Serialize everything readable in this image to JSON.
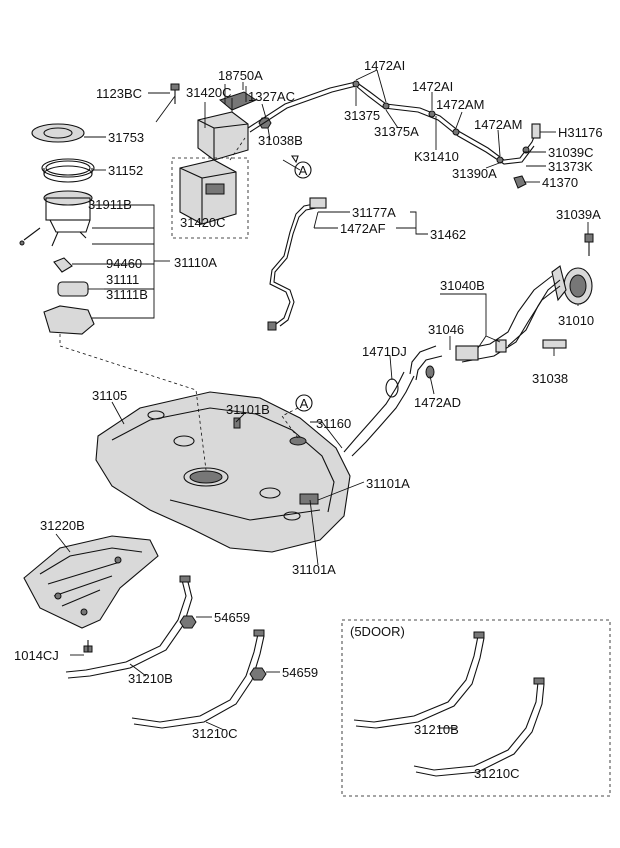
{
  "diagram": {
    "labels": {
      "p1123BC": "1123BC",
      "p18750A": "18750A",
      "p31420C_top": "31420C",
      "p1327AC": "1327AC",
      "p1472AI_1": "1472AI",
      "p1472AI_2": "1472AI",
      "p1472AM_1": "1472AM",
      "p1472AM_2": "1472AM",
      "p31375": "31375",
      "p31375A": "31375A",
      "pH31176": "H31176",
      "p31753": "31753",
      "p31038B": "31038B",
      "pK31410": "K31410",
      "p31039C": "31039C",
      "p31373K": "31373K",
      "p31390A": "31390A",
      "p41370": "41370",
      "p31152": "31152",
      "p31911B": "31911B",
      "p31420C_bottom": "31420C",
      "p31177A": "31177A",
      "p1472AF": "1472AF",
      "p31462": "31462",
      "p31039A": "31039A",
      "p94460": "94460",
      "p31110A": "31110A",
      "p31111": "31111",
      "p31111B": "31111B",
      "p31040B": "31040B",
      "p31046": "31046",
      "p31010": "31010",
      "p1471DJ": "1471DJ",
      "p31038": "31038",
      "p1472AD": "1472AD",
      "p31105": "31105",
      "p31101B": "31101B",
      "p31160": "31160",
      "p31101A_1": "31101A",
      "p31101A_2": "31101A",
      "p31220B": "31220B",
      "p54659_1": "54659",
      "p54659_2": "54659",
      "p1014CJ": "1014CJ",
      "p31210B_left": "31210B",
      "p31210C_left": "31210C",
      "p5door": "(5DOOR)",
      "p31210B_right": "31210B",
      "p31210C_right": "31210C"
    },
    "callouts": {
      "a1": "A",
      "a2": "A"
    }
  }
}
